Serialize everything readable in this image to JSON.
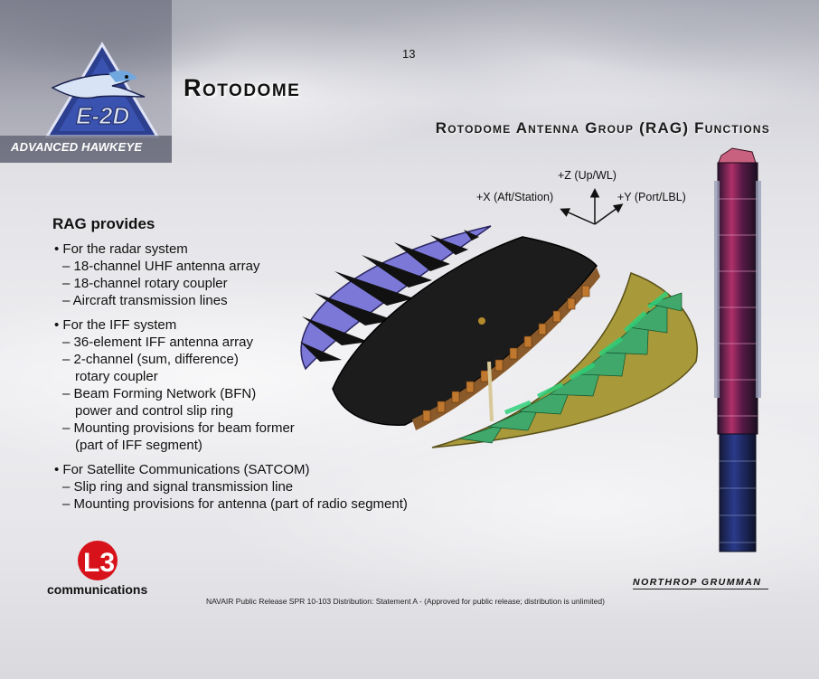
{
  "page_number": "13",
  "title": "Rotodome",
  "subtitle": "Rotodome Antenna Group (RAG) Functions",
  "logo": {
    "emblem_text": "E-2D",
    "tagline": "ADVANCED HAWKEYE"
  },
  "axes": {
    "z_label": "+Z (Up/WL)",
    "x_label": "+X (Aft/Station)",
    "y_label": "+Y (Port/LBL)"
  },
  "content": {
    "heading": "RAG provides",
    "groups": [
      {
        "lead": "• For the radar system",
        "items": [
          "– 18-channel UHF antenna array",
          "– 18-channel rotary coupler",
          "– Aircraft transmission lines"
        ]
      },
      {
        "lead": "• For the IFF system",
        "items": [
          "– 36-element IFF antenna array",
          "– 2-channel (sum, difference)",
          "rotary coupler",
          "– Beam Forming Network (BFN)",
          "power and control slip ring",
          "– Mounting provisions for beam former",
          "(part of IFF segment)"
        ]
      },
      {
        "lead": "• For Satellite Communications (SATCOM)",
        "items": [
          "– Slip ring and signal transmission line",
          "– Mounting provisions for antenna (part of radio segment)"
        ]
      }
    ]
  },
  "l3": {
    "mark": "L3",
    "name": "communications"
  },
  "northrop": "NORTHROP GRUMMAN",
  "footer": "NAVAIR Public Release SPR 10-103 Distribution: Statement A - (Approved for public release; distribution is unlimited)",
  "colors": {
    "dome_top": "#7b78d8",
    "dome_body": "#1c1c1c",
    "array_green": "#3fa86a",
    "base_olive": "#a89a3a",
    "column_magenta": "#b0306a",
    "column_blue": "#2a3a8a",
    "l3_red": "#d8121b"
  }
}
